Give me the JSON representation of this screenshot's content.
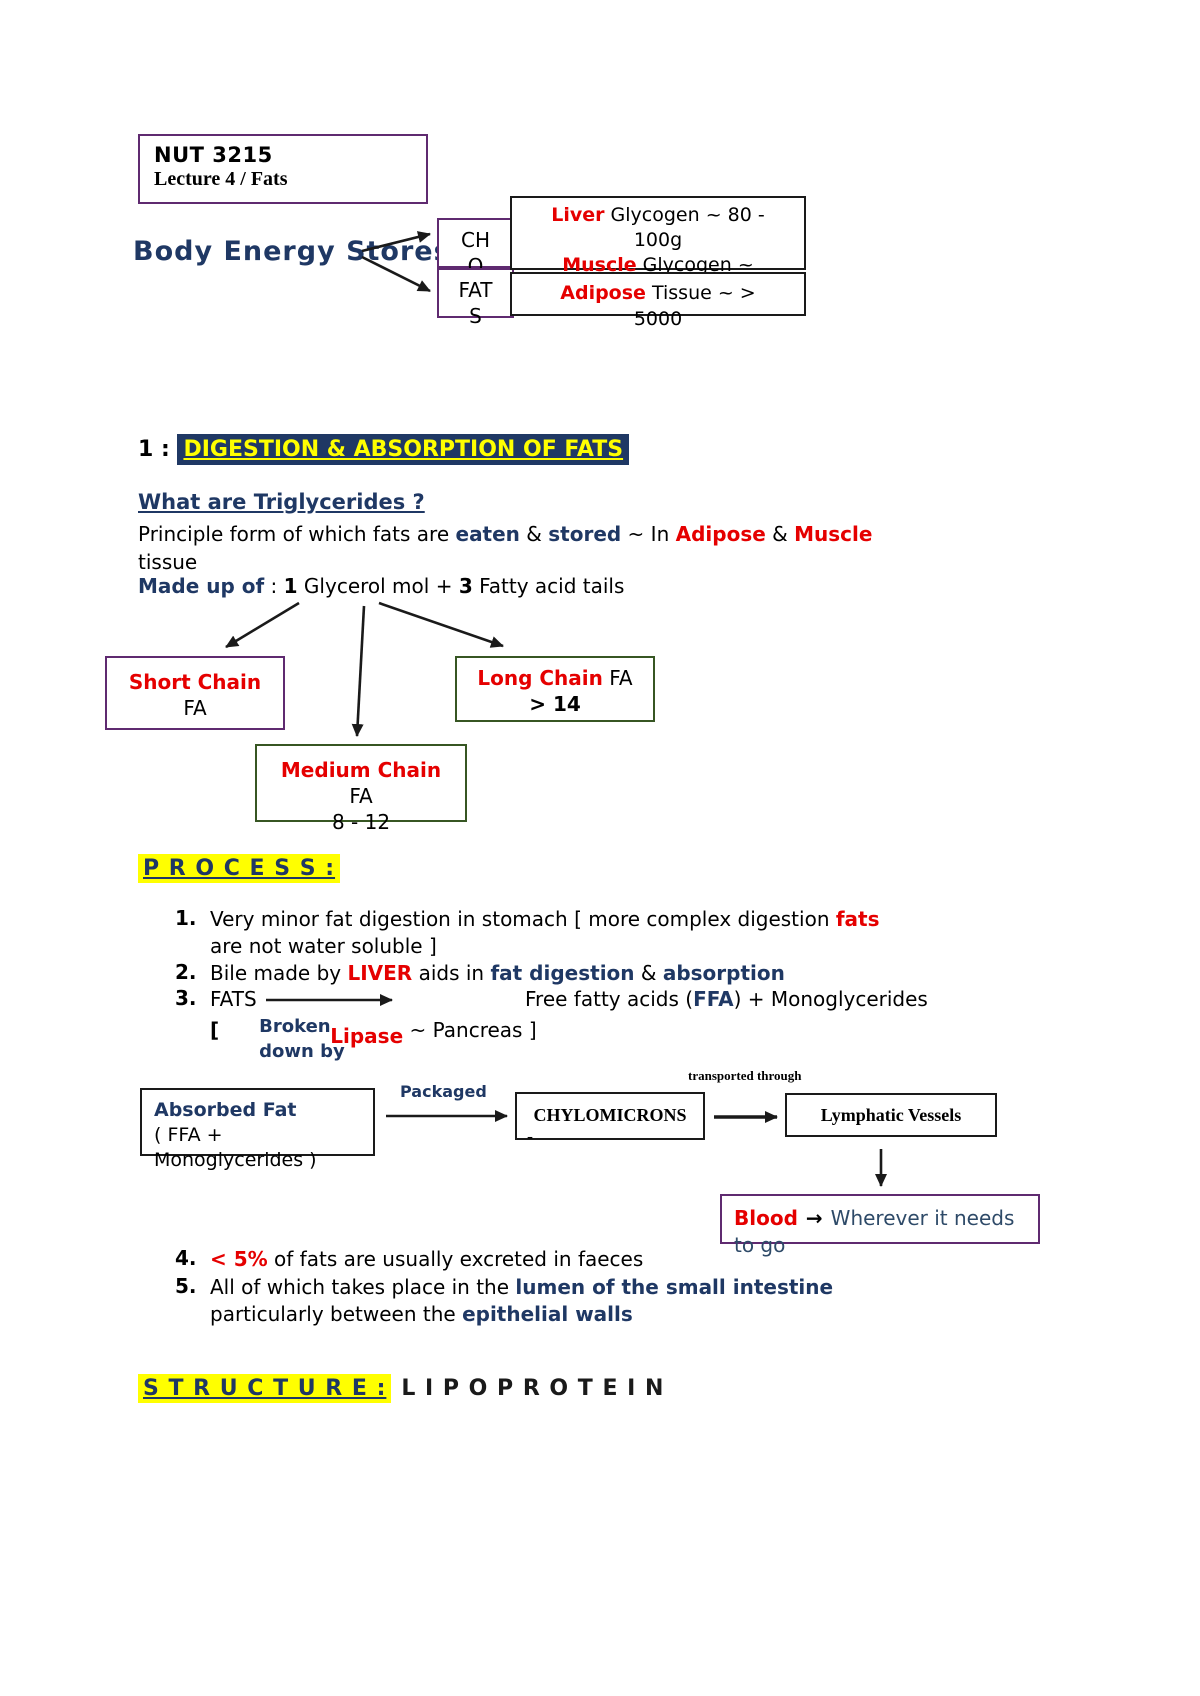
{
  "colors": {
    "navy": "#1f3864",
    "red": "#e50000",
    "highlight_bg": "#1f3864",
    "highlight_text": "#ffff00",
    "yellow_highlight": "#ffff00",
    "purple_border": "#5f2a70",
    "green_border": "#375623"
  },
  "course_box": {
    "code": "NUT 3215",
    "lecture": "Lecture 4 / Fats"
  },
  "energy": {
    "title": "Body Energy Stores",
    "cho_line1": "CH",
    "cho_line2": "O",
    "fats_line1": "FAT",
    "fats_line2": "S",
    "liver_box": {
      "term1": "Liver",
      "text1": " Glycogen ~ 80 -",
      "line2": "100g",
      "term2": "Muscle",
      "text2": " Glycogen ~"
    },
    "adipose_box": {
      "term": "Adipose",
      "text": " Tissue ~ >",
      "line2": "5000"
    }
  },
  "section1": {
    "number": "1",
    "separator": " : ",
    "title": "DIGESTION & ABSORPTION OF FATS"
  },
  "triglycerides": {
    "heading": "What are Triglycerides ?",
    "sentence": {
      "pre": "Principle form of which fats are ",
      "eaten": "eaten",
      "amp1": " & ",
      "stored": "stored",
      "mid": " ~ In ",
      "adipose": "Adipose",
      "amp2": " & ",
      "muscle": "Muscle",
      "post": "tissue"
    },
    "made_up": {
      "label": "Made up of",
      "sep": " : ",
      "n1": "1",
      "t1": " Glycerol mol + ",
      "n2": "3",
      "t2": " Fatty acid tails"
    }
  },
  "fa_boxes": {
    "short_title": "Short Chain",
    "short_sub": "FA",
    "long_title": "Long Chain",
    "long_suffix": " FA",
    "long_sub": "> 14",
    "medium_title": "Medium Chain",
    "medium_sub": "FA",
    "medium_clipped": "8 - 12"
  },
  "process": {
    "heading": "P R O C E S S :",
    "item1": {
      "num": "1.",
      "pre": "Very minor fat digestion in stomach [ more complex digestion ",
      "highlight": "fats",
      "post": "are not water soluble ]"
    },
    "item2": {
      "num": "2.",
      "pre": "Bile made by ",
      "liver": "LIVER",
      "mid": " aids in ",
      "bold1": "fat digestion",
      "amp": " & ",
      "bold2": "absorption"
    },
    "item3": {
      "num": "3.",
      "fats": "FATS",
      "result_pre": "Free fatty acids (",
      "ffa": "FFA",
      "result_post": ") + Monoglycerides",
      "bracket": "[",
      "broken": "Broken down by",
      "lipase": "Lipase",
      "tail": " ~ Pancreas ]"
    },
    "item4": {
      "num": "4.",
      "pct": "< 5%",
      "text": " of fats are usually excreted in faeces"
    },
    "item5": {
      "num": "5.",
      "pre": "All of which takes place in the ",
      "bold1": "lumen of the small intestine",
      "mid": "particularly between the ",
      "bold2": "epithelial walls"
    }
  },
  "flow": {
    "absorbed_title": "Absorbed Fat",
    "absorbed_line2": "( FFA +",
    "absorbed_line3": "Monoglycerides )",
    "packaged_label": "Packaged",
    "chylomicrons": "CHYLOMICRONS",
    "chylo_clipped": "-",
    "transported_label": "transported through",
    "lymphatic": "Lymphatic Vessels",
    "blood_term": "Blood",
    "blood_arrow": "→",
    "blood_text": "Wherever it needs to go"
  },
  "structure": {
    "heading": "S T R U C T U R E :",
    "subject": "L I P O P R O T E I N"
  }
}
